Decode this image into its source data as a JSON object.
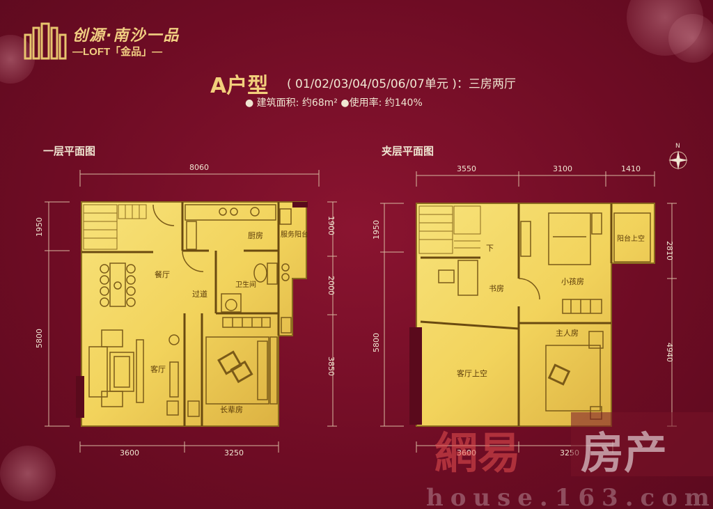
{
  "brand": {
    "name": "创源·南沙一品",
    "sub": "—LOFT「金品」—"
  },
  "title": {
    "type": "A户型",
    "units": "( 01/02/03/04/05/06/07单元 )：三房两厅",
    "area": "● 建筑面积: 约68m²   ●使用率: 约140%"
  },
  "plan1": {
    "label": "一层平面图",
    "dims": {
      "top": "8060",
      "bottom_left": "3600",
      "bottom_right": "3250",
      "left_top": "1950",
      "left_bottom": "5800",
      "right_1": "1900",
      "right_2": "2000",
      "right_3": "3850"
    },
    "rooms": {
      "dining": "餐厅",
      "corridor": "过道",
      "kitchen": "厨房",
      "service_balcony": "服务阳台",
      "bathroom": "卫生间",
      "living": "客厅",
      "elder_room": "长辈房"
    }
  },
  "plan2": {
    "label": "夹层平面图",
    "dims": {
      "top_1": "3550",
      "top_2": "3100",
      "top_3": "1410",
      "bottom_left": "3600",
      "bottom_right": "3250",
      "left_top": "1950",
      "left_bottom": "5800",
      "right_top": "2810",
      "right_bottom": "4940"
    },
    "rooms": {
      "down": "下",
      "study": "书房",
      "kids_room": "小孩房",
      "balcony_void": "阳台上空",
      "master_room": "主人房",
      "living_void": "客厅上空"
    }
  },
  "compass": {
    "north": "N"
  },
  "watermark": {
    "cn_1": "網易",
    "cn_2": "房产",
    "url": "house.163.com"
  },
  "colors": {
    "background": "#6e0c24",
    "gold": "#f2cf7c",
    "plan_fill": "#f3d560"
  }
}
